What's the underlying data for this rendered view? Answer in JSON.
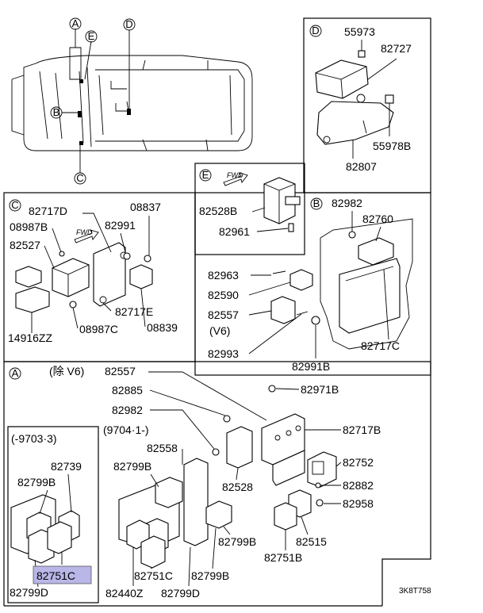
{
  "diagram": {
    "sections": {
      "A": "A",
      "B": "B",
      "C": "C",
      "D": "D",
      "E": "E"
    },
    "sub_labels": {
      "v6_excluded": "(除 V6)",
      "v6": "(V6)",
      "before_9703": "(-9703·3)",
      "from_9704": "(9704·1-)"
    },
    "parts": {
      "d_55973": "55973",
      "d_82727": "82727",
      "d_55978B": "55978B",
      "d_82807": "82807",
      "e_82528B": "82528B",
      "e_82961": "82961",
      "c_82717D": "82717D",
      "c_08837": "08837",
      "c_08987B": "08987B",
      "c_82991": "82991",
      "c_82527": "82527",
      "c_82717E": "82717E",
      "c_08839": "08839",
      "c_14916ZZ": "14916ZZ",
      "c_08987C": "08987C",
      "b_82982": "82982",
      "b_82760": "82760",
      "b_82963": "82963",
      "b_82590": "82590",
      "b_82557": "82557",
      "b_82993": "82993",
      "b_82991B": "82991B",
      "b_82717C": "82717C",
      "a_82557": "82557",
      "a_82885": "82885",
      "a_82971B": "82971B",
      "a_82982": "82982",
      "a_82717B": "82717B",
      "a_82558": "82558",
      "a_82752": "82752",
      "a_82799B_top": "82799B",
      "a_82528": "82528",
      "a_82882": "82882",
      "a_82958": "82958",
      "a_82799B_mid": "82799B",
      "a_82515": "82515",
      "a_82751B": "82751B",
      "a_82751C": "82751C",
      "a_82799B_bot": "82799B",
      "a_82440Z": "82440Z",
      "a_82799D": "82799D",
      "old_82739": "82739",
      "old_82799B": "82799B",
      "old_82751C": "82751C",
      "old_82799D": "82799D"
    },
    "fwd": "FWD",
    "doc_code": "3K8T758",
    "highlight_color": "#b9b6e8"
  }
}
